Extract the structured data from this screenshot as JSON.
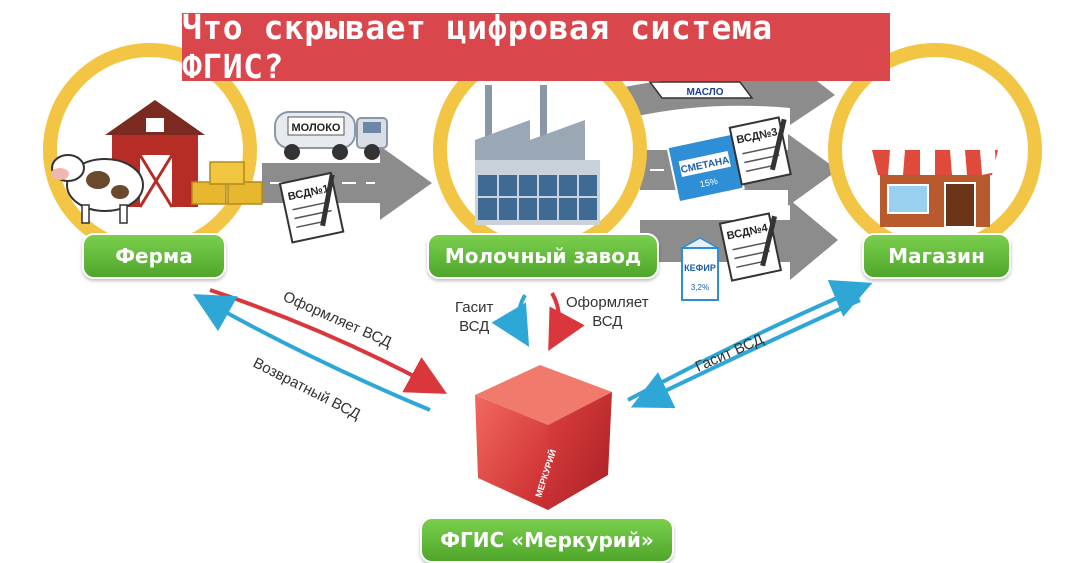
{
  "title": "Что скрывает цифровая система ФГИС?",
  "nodes": {
    "farm": "Ферма",
    "plant": "Молочный завод",
    "shop": "Магазин",
    "fgis": "ФГИС «Меркурий»"
  },
  "cube_label": "МЕРКУРИЙ",
  "documents": {
    "doc1": "ВСД№1",
    "doc3": "ВСД№3",
    "doc4": "ВСД№4"
  },
  "products": {
    "truck": "МОЛОКО",
    "butter": "МАСЛО",
    "sour_cream": "СМЕТАНА",
    "sour_cream_fat": "15%",
    "kefir": "КЕФИР",
    "kefir_fat": "3,2%"
  },
  "flows": {
    "farm_issues": "Оформляет ВСД",
    "farm_returns": "Возвратный ВСД",
    "plant_cancels_l1": "Гасит",
    "plant_cancels_l2": "ВСД",
    "plant_issues_l1": "Оформляет",
    "plant_issues_l2": "ВСД",
    "shop_cancels": "Гасит ВСД"
  },
  "colors": {
    "banner": "#d9474d",
    "ring": "#f2c544",
    "pill_green": "#5cb536",
    "arrow_gray": "#8c8c8c",
    "arrow_red": "#d9373c",
    "arrow_blue": "#2ea7d6",
    "cube_red": "#e63d3d"
  }
}
